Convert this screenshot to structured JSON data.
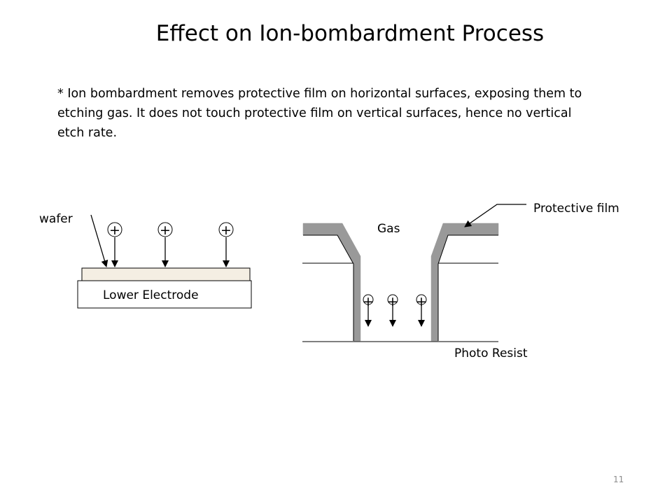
{
  "slide": {
    "title": "Effect on Ion-bombardment Process",
    "bullet": "* Ion bombardment removes protective film on horizontal surfaces, exposing them to etching gas.  It does not touch protective film on vertical surfaces, hence no vertical etch rate.",
    "page_number": "11"
  },
  "left_diagram": {
    "wafer_label": "wafer",
    "electrode_label": "Lower Electrode",
    "ion_symbol": "+",
    "ion_count": 3
  },
  "right_diagram": {
    "gas_label": "Gas",
    "protective_film_label": "Protective film",
    "photo_resist_label": "Photo Resist",
    "ion_symbol": "+",
    "ion_count": 3
  },
  "colors": {
    "wafer_fill": "#f4eee3",
    "film_fill": "#999999",
    "text": "#000000",
    "page_number": "#8c8c8c"
  }
}
